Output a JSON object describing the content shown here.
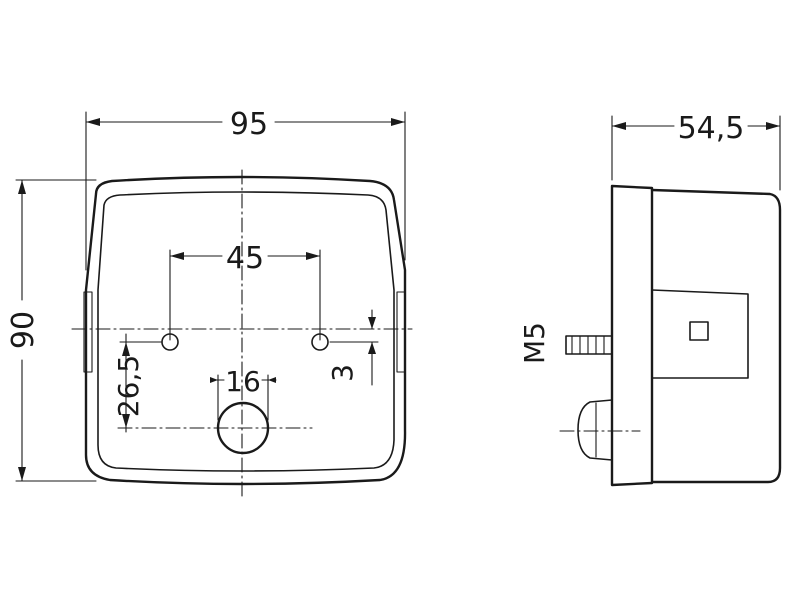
{
  "front_view": {
    "width_dim": "95",
    "height_dim": "90",
    "hole_spacing_dim": "45",
    "hole_offset_dim": "26,5",
    "center_hole_dim": "16",
    "hole_height_dim": "3"
  },
  "side_view": {
    "depth_dim": "54,5",
    "thread_dim": "M5"
  }
}
